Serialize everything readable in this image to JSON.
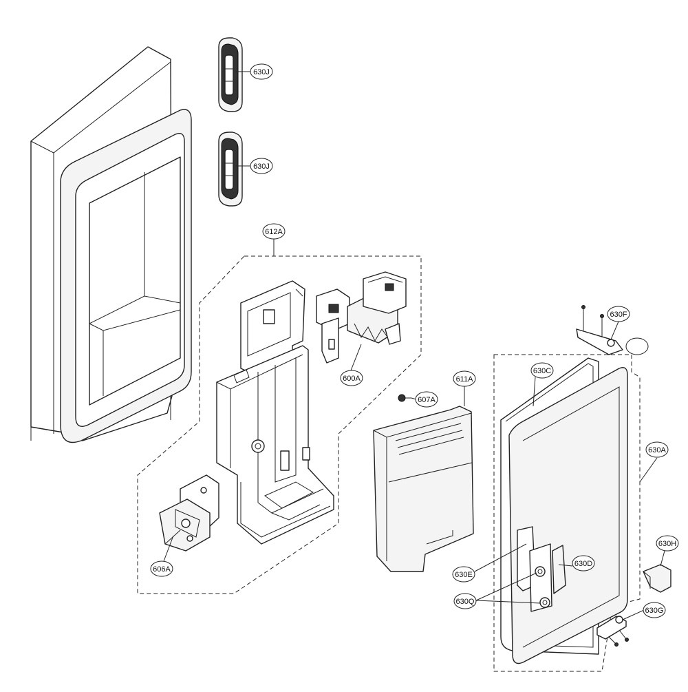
{
  "callouts": [
    {
      "id": "630J-top",
      "label": "630J"
    },
    {
      "id": "630J-bottom",
      "label": "630J"
    },
    {
      "id": "612A",
      "label": "612A"
    },
    {
      "id": "600A",
      "label": "600A"
    },
    {
      "id": "607A",
      "label": "607A"
    },
    {
      "id": "611A",
      "label": "611A"
    },
    {
      "id": "630C",
      "label": "630C"
    },
    {
      "id": "630F",
      "label": "630F"
    },
    {
      "id": "630A",
      "label": "630A"
    },
    {
      "id": "630H",
      "label": "630H"
    },
    {
      "id": "630D",
      "label": "630D"
    },
    {
      "id": "630E",
      "label": "630E"
    },
    {
      "id": "630Q",
      "label": "630Q"
    },
    {
      "id": "630G",
      "label": "630G"
    },
    {
      "id": "606A",
      "label": "606A"
    }
  ]
}
